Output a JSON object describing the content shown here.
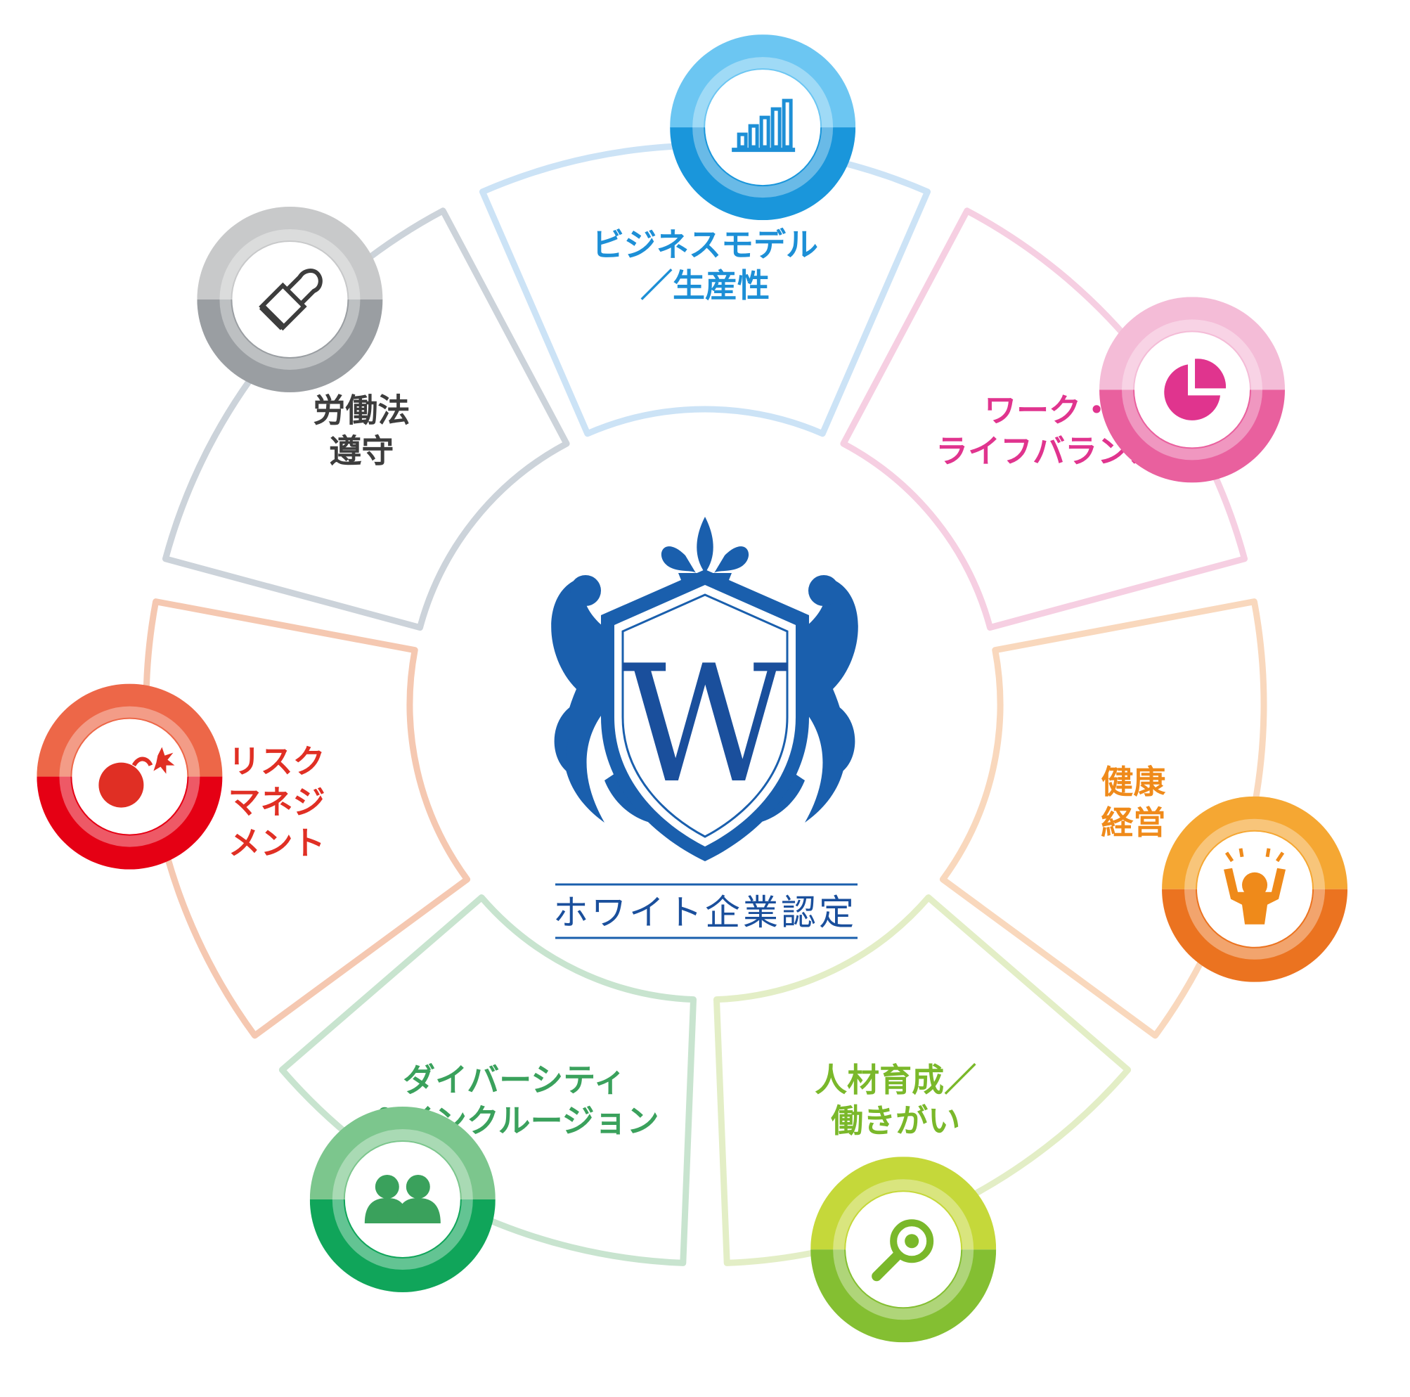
{
  "brand": {
    "emblem_letter": "W",
    "caption": "ホワイト企業認定",
    "color": "#1a4f9c"
  },
  "segments": [
    {
      "id": "business-model",
      "lines": [
        "ビジネスモデル",
        "／生産性"
      ],
      "icon": "bar-chart-icon",
      "color": "#1d8fd6",
      "outline": "#cce3f6",
      "ring_top": "#6cc6f2",
      "ring_bottom": "#1a96db"
    },
    {
      "id": "work-life-balance",
      "lines": [
        "ワーク・",
        "ライフバランス"
      ],
      "icon": "pie-chart-icon",
      "color": "#e0348e",
      "outline": "#f6cfe2",
      "ring_top": "#f4bcd7",
      "ring_bottom": "#e9609e"
    },
    {
      "id": "health-management",
      "lines": [
        "健康",
        "経営"
      ],
      "icon": "person-cheering-icon",
      "color": "#ef8a1a",
      "outline": "#f9d8bd",
      "ring_top": "#f5a733",
      "ring_bottom": "#eb7320"
    },
    {
      "id": "talent-development",
      "lines": [
        "人材育成／",
        "働きがい"
      ],
      "icon": "magnifier-icon",
      "color": "#7ab82a",
      "outline": "#e3eec6",
      "ring_top": "#c5d83a",
      "ring_bottom": "#84bf32"
    },
    {
      "id": "diversity-inclusion",
      "lines": [
        "ダイバーシティ",
        "＆インクルージョン"
      ],
      "icon": "people-icon",
      "color": "#3aa15c",
      "outline": "#c8e4cf",
      "ring_top": "#7cc68d",
      "ring_bottom": "#10a55a"
    },
    {
      "id": "risk-management",
      "lines": [
        "リスク",
        "マネジ",
        "メント"
      ],
      "icon": "bomb-icon",
      "color": "#e02f24",
      "outline": "#f5c8b1",
      "ring_top": "#ed6748",
      "ring_bottom": "#e50014"
    },
    {
      "id": "labor-law",
      "lines": [
        "労働法",
        "遵守"
      ],
      "icon": "stamp-icon",
      "color": "#3d3d3d",
      "outline": "#ccd3da",
      "ring_top": "#c8c9ca",
      "ring_bottom": "#9a9ea2"
    }
  ]
}
